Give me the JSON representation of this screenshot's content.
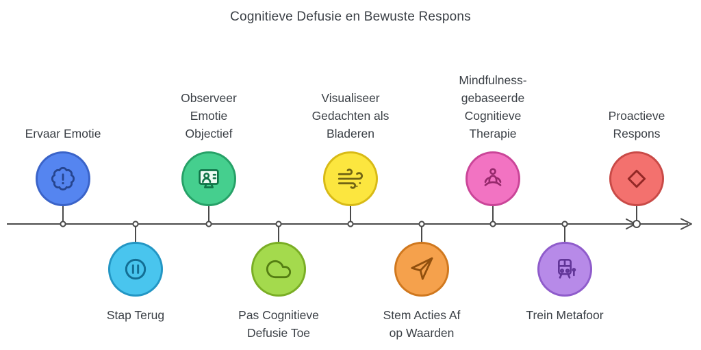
{
  "title": "Cognitieve Defusie en Bewuste Respons",
  "timeline": {
    "direction": "left-to-right",
    "axis_color": "#4a4a4a"
  },
  "nodes": [
    {
      "label": "Ervaar Emotie",
      "row": "above",
      "icon": "thought-cloud-exclamation-icon",
      "fill": "#5585f0",
      "border": "#3a63c8",
      "icon_color": "#26458f"
    },
    {
      "label": "Stap Terug",
      "row": "below",
      "icon": "pause-icon",
      "fill": "#49c5ee",
      "border": "#2396c4",
      "icon_color": "#136e94"
    },
    {
      "label": "Observeer Emotie Objectief",
      "row": "above",
      "icon": "monitor-person-icon",
      "fill": "#45cf8e",
      "border": "#26a167",
      "icon_color": "#0f7347"
    },
    {
      "label": "Pas Cognitieve Defusie Toe",
      "row": "below",
      "icon": "cloud-icon",
      "fill": "#a4da4d",
      "border": "#7aae25",
      "icon_color": "#547d12"
    },
    {
      "label": "Visualiseer Gedachten als Bladeren",
      "row": "above",
      "icon": "wind-icon",
      "fill": "#fce63f",
      "border": "#d8ba16",
      "icon_color": "#716414"
    },
    {
      "label": "Stem Acties Af op Waarden",
      "row": "below",
      "icon": "navigation-arrow-icon",
      "fill": "#f5a14c",
      "border": "#d0781e",
      "icon_color": "#91500e"
    },
    {
      "label": "Mindfulness-gebaseerde Cognitieve Therapie",
      "row": "above",
      "icon": "meditation-icon",
      "fill": "#f273c2",
      "border": "#ca4598",
      "icon_color": "#96296c"
    },
    {
      "label": "Trein Metafoor",
      "row": "below",
      "icon": "train-icon",
      "fill": "#b78ae8",
      "border": "#8f5ccb",
      "icon_color": "#613597"
    },
    {
      "label": "Proactieve Respons",
      "row": "above",
      "icon": "diamond-icon",
      "fill": "#f3716e",
      "border": "#c94a47",
      "icon_color": "#932826"
    }
  ]
}
